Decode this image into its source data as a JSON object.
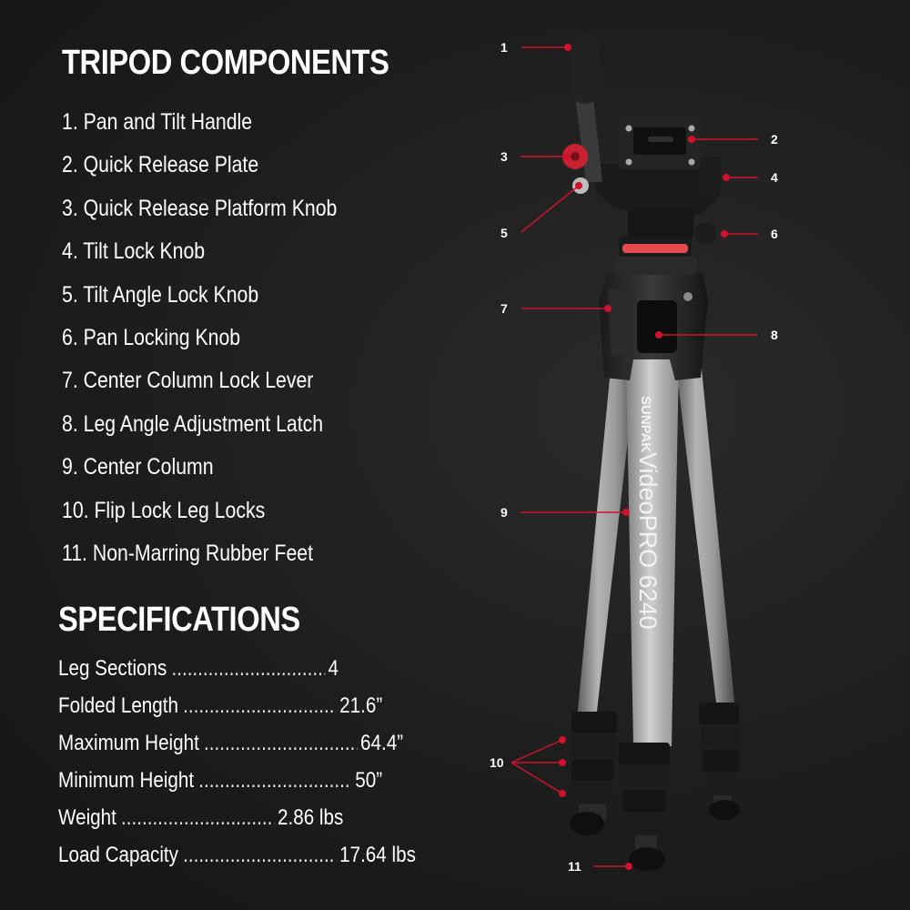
{
  "components_title": "TRIPOD COMPONENTS",
  "components": [
    "1. Pan and Tilt Handle",
    "2. Quick Release Plate",
    "3. Quick Release Platform Knob",
    "4. Tilt Lock Knob",
    "5. Tilt Angle Lock Knob",
    "6. Pan Locking Knob",
    "7. Center Column Lock Lever",
    "8. Leg Angle Adjustment Latch",
    "9. Center Column",
    "10. Flip Lock Leg Locks",
    "11. Non-Marring Rubber Feet"
  ],
  "specifications_title": "SPECIFICATIONS",
  "specifications": [
    {
      "label": "Leg Sections",
      "value": "4"
    },
    {
      "label": "Folded Length",
      "value": "21.6”"
    },
    {
      "label": "Maximum Height",
      "value": "64.4”"
    },
    {
      "label": "Minimum Height",
      "value": "50”"
    },
    {
      "label": "Weight",
      "value": "2.86 lbs"
    },
    {
      "label": "Load Capacity",
      "value": "17.64 lbs"
    }
  ],
  "callout_numbers": [
    "1",
    "2",
    "3",
    "4",
    "5",
    "6",
    "7",
    "8",
    "9",
    "10",
    "11"
  ],
  "brand": {
    "logo": "SUNPAK",
    "model": "VideoPRO 6240"
  },
  "colors": {
    "background": "#1c1c1c",
    "callout_line": "#d0132a",
    "text": "#ffffff",
    "leg_metal": "#8a8a8a"
  }
}
